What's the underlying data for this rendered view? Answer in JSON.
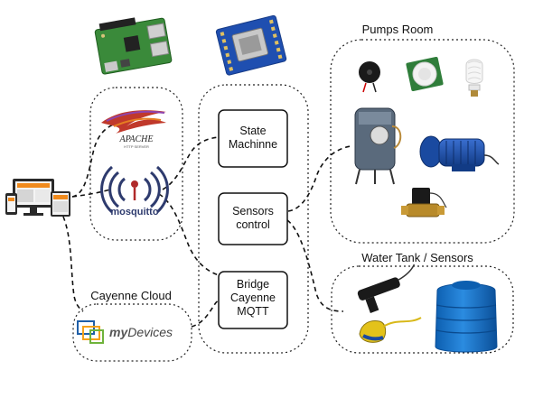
{
  "groups": {
    "pumps_room": "Pumps Room",
    "water_tank": "Water Tank / Sensors",
    "cayenne_cloud": "Cayenne Cloud"
  },
  "nodes": {
    "state_machine": [
      "State",
      "Machinne"
    ],
    "sensors_control": [
      "Sensors",
      "control"
    ],
    "bridge": [
      "Bridge",
      "Cayenne",
      "MQTT"
    ]
  },
  "logos": {
    "apache": "APACHE",
    "apache_sub": "HTTP SERVER",
    "mosquitto": "mosquitto",
    "mydevices_prefix": "my",
    "mydevices_suffix": "Devices"
  },
  "colors": {
    "mydevices_blue": "#1f5fa8",
    "mydevices_orange": "#f5a21b",
    "mydevices_green": "#6fb33b",
    "mosquitto_navy": "#2e3b6e",
    "mosquitto_red": "#b02a2a",
    "pump_blue": "#1a4aa0",
    "tank_blue": "#1576c9"
  }
}
